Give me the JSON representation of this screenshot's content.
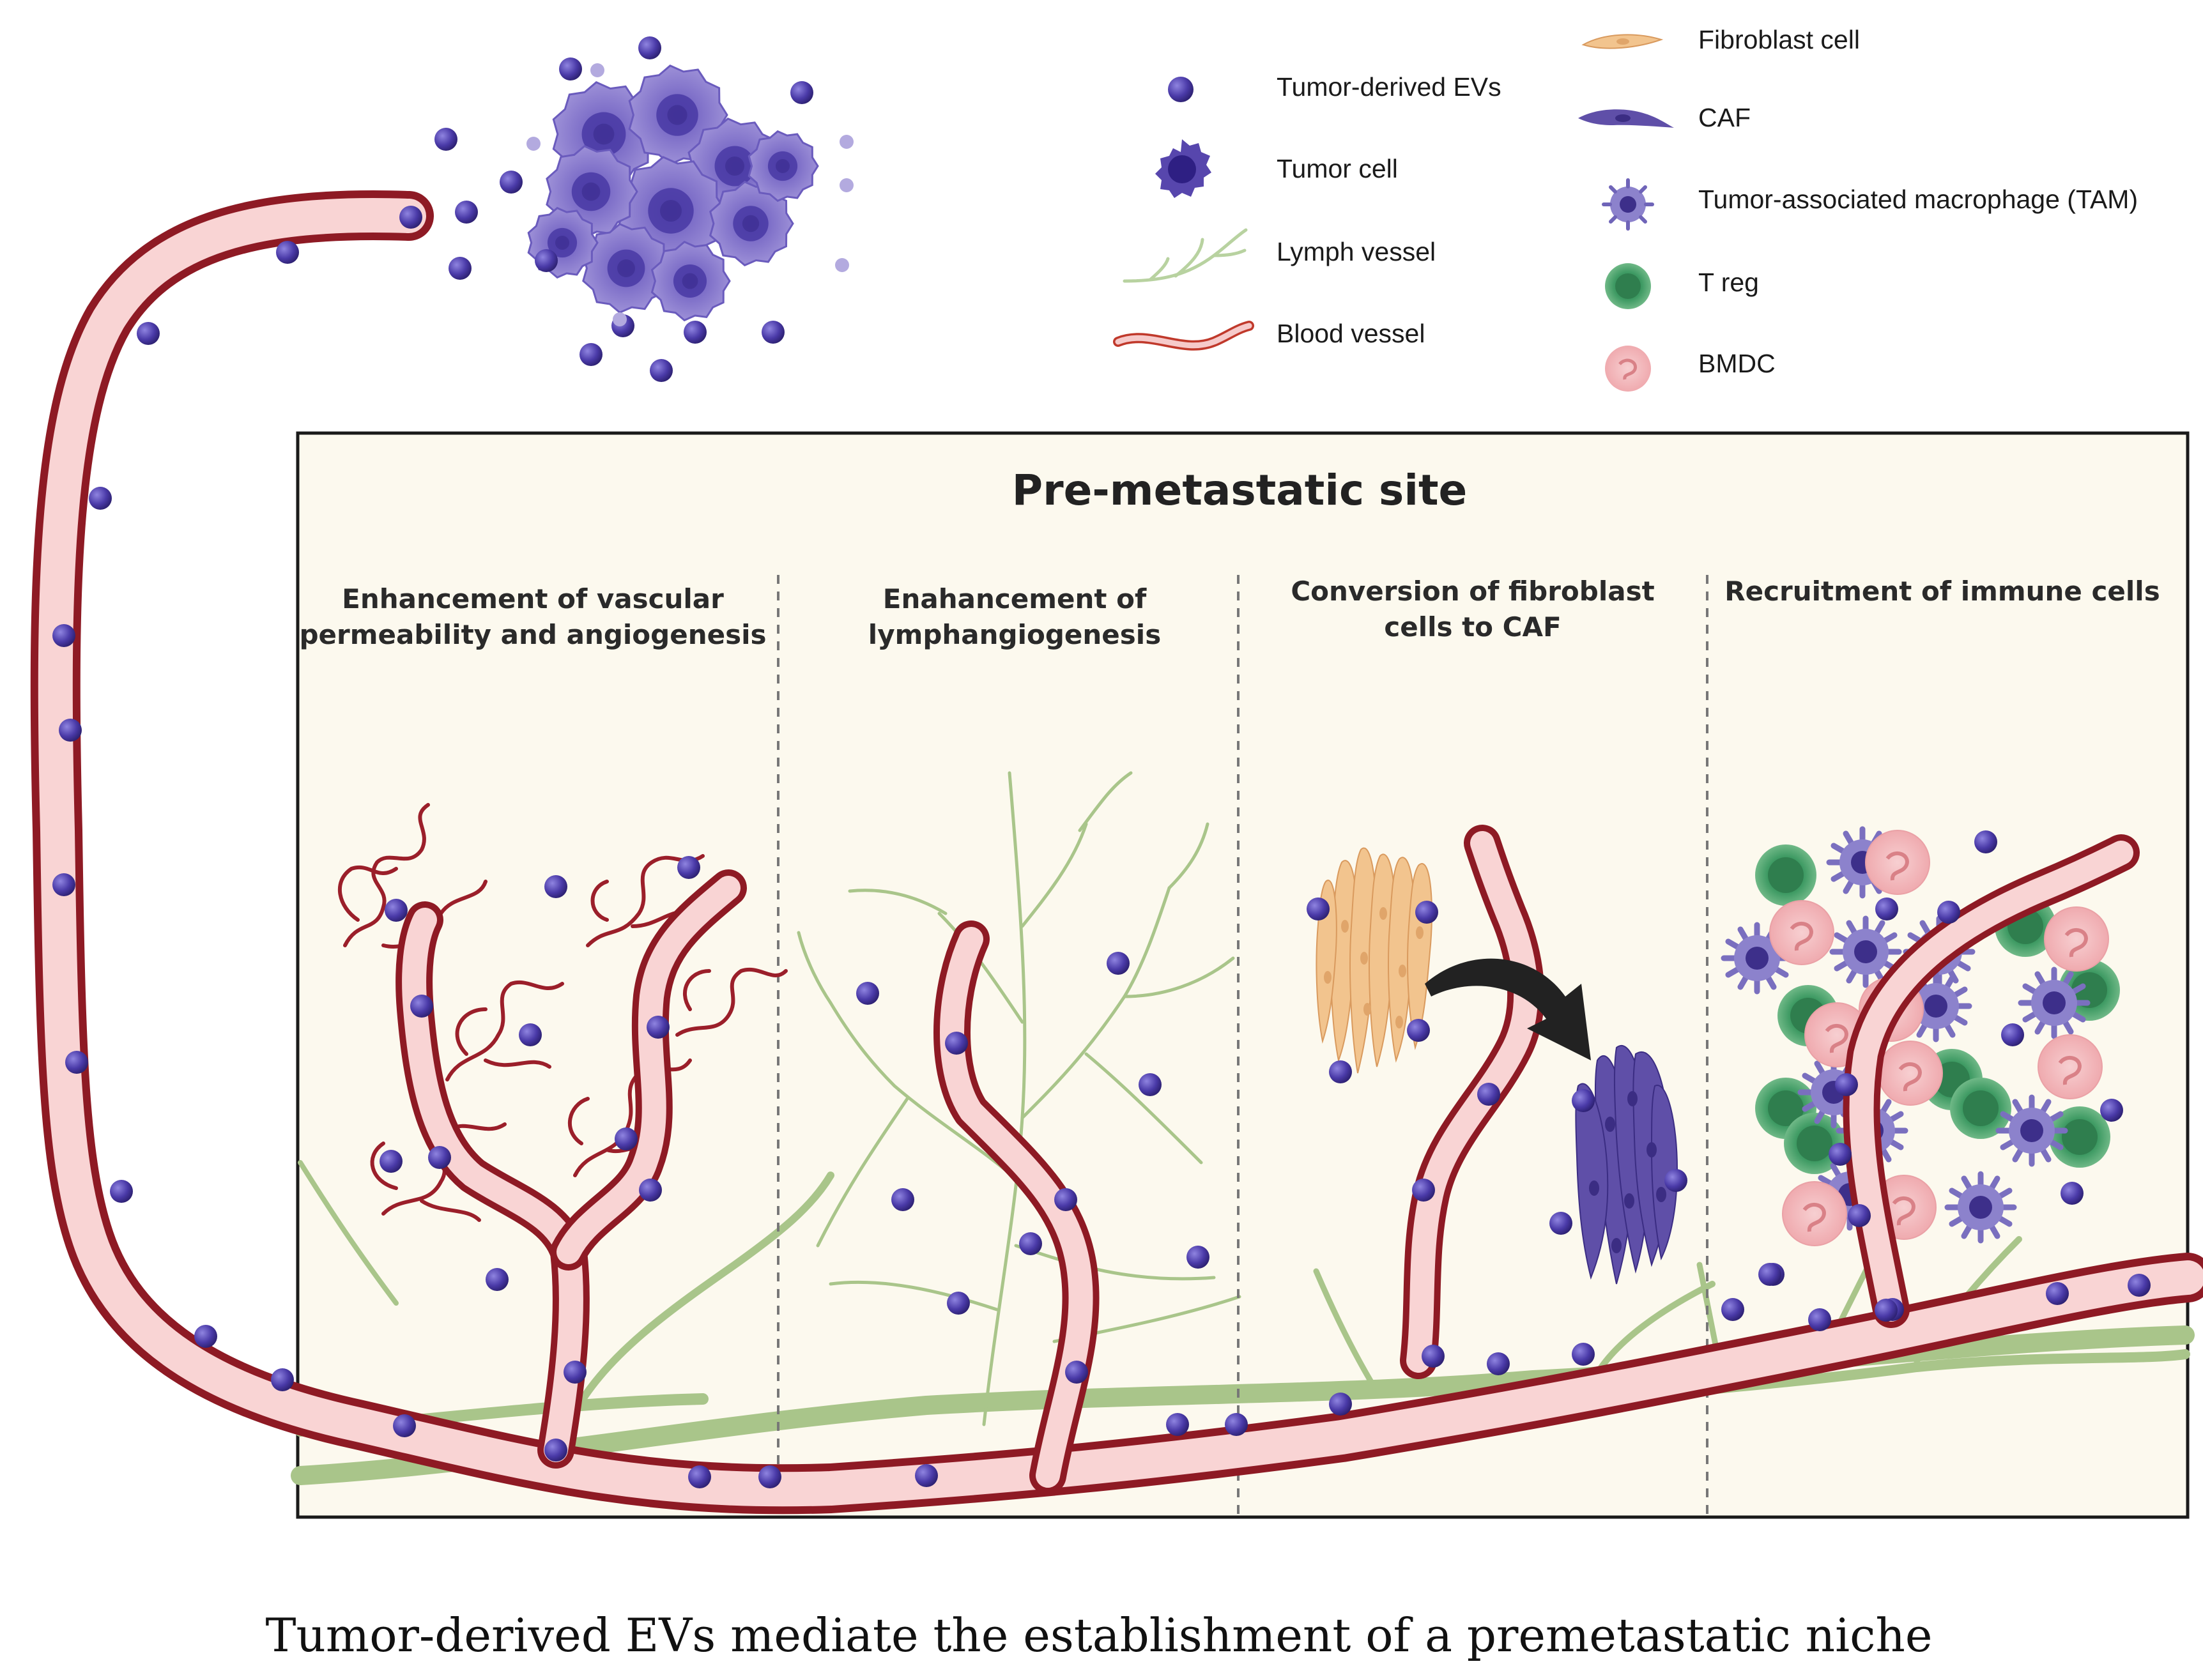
{
  "legend": {
    "items_left": [
      {
        "icon": "ev-icon",
        "label": "Tumor-derived EVs"
      },
      {
        "icon": "tumor-cell-icon",
        "label": "Tumor cell"
      },
      {
        "icon": "lymph-vessel-icon",
        "label": "Lymph vessel"
      },
      {
        "icon": "blood-vessel-icon",
        "label": "Blood vessel"
      }
    ],
    "items_right": [
      {
        "icon": "fibroblast-icon",
        "label": "Fibroblast cell"
      },
      {
        "icon": "caf-icon",
        "label": "CAF"
      },
      {
        "icon": "tam-icon",
        "label": "Tumor-associated macrophage (TAM)"
      },
      {
        "icon": "treg-icon",
        "label": "T reg"
      },
      {
        "icon": "bmdc-icon",
        "label": "BMDC"
      }
    ]
  },
  "panel": {
    "title": "Pre-metastatic site",
    "columns": [
      {
        "line1": "Enhancement of vascular",
        "line2": "permeability and angiogenesis"
      },
      {
        "line1": "Enahancement of",
        "line2": "lymphangiogenesis"
      },
      {
        "line1": "Conversion of fibroblast",
        "line2": "cells to CAF"
      },
      {
        "line1": "Recruitment of immune cells",
        "line2": ""
      }
    ]
  },
  "caption": "Tumor-derived EVs mediate the establishment of a premetastatic niche",
  "colors": {
    "ev": "#4a3aa8",
    "tumor_cell": "#7b6cc4",
    "vessel_wall": "#9b1f2a",
    "vessel_lumen": "#f9d4d4",
    "lymph": "#a9c58a",
    "panel_bg": "#fcf9ee",
    "fibroblast": "#f2c48e",
    "caf": "#5f4fa8",
    "tam": "#7a6fbf",
    "treg": "#3e9a63",
    "bmdc": "#f2b5b8"
  }
}
